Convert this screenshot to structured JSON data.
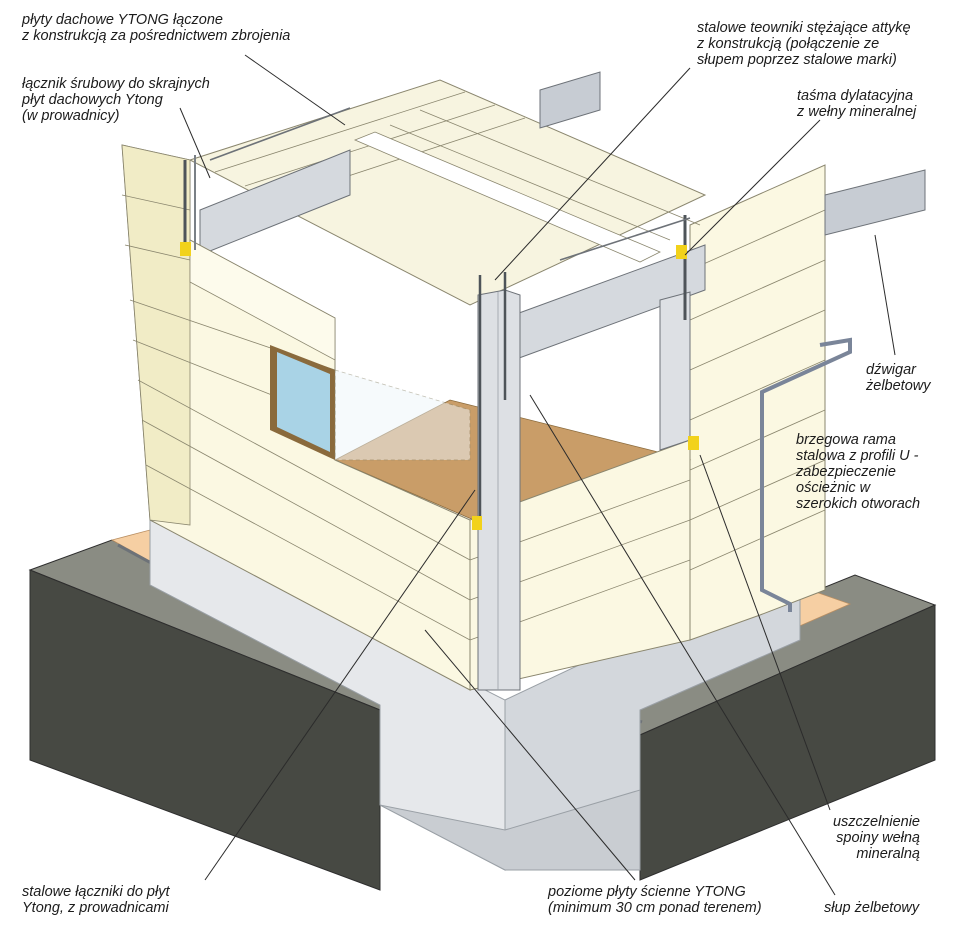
{
  "labels": {
    "roof_slabs": [
      "płyty dachowe YTONG łączone",
      "z konstrukcją za pośrednictwem zbrojenia"
    ],
    "screw_connector": [
      "łącznik śrubowy do skrajnych",
      "płyt dachowych Ytong",
      "(w prowadnicy)"
    ],
    "steel_tees": [
      "stalowe teowniki stężające attykę",
      "z konstrukcją (połączenie ze",
      "słupem poprzez stalowe marki)"
    ],
    "expansion_tape": [
      "taśma dylatacyjna",
      "z wełny mineralnej"
    ],
    "girder": [
      "dźwigar",
      "żelbetowy"
    ],
    "edge_frame": [
      "brzegowa rama",
      "stalowa z profili U -",
      "zabezpieczenie",
      "ościeżnic w",
      "szerokich otworach"
    ],
    "joint_sealing": [
      "uszczelnienie",
      "spoiny wełną",
      "mineralną"
    ],
    "steel_connectors": [
      "stalowe łączniki do płyt",
      "Ytong, z prowadnicami"
    ],
    "wall_panels": [
      "poziome płyty ścienne YTONG",
      "(minimum 30 cm ponad terenem)"
    ],
    "column": [
      "słup żelbetowy"
    ]
  },
  "colors": {
    "panel": "#fbf8e2",
    "panel_shade": "#f1ecc6",
    "panel_edge": "#8a866e",
    "concrete": "#e3e5e8",
    "concrete_dark": "#c9cdd2",
    "ground_top": "#8a8c83",
    "ground_side": "#3f413c",
    "sand": "#f6cfa3",
    "floor": "#c99d68",
    "glass": "#a9d3e6",
    "frame": "#8a6a3c",
    "tape": "#f2d21b",
    "steel": "#c7ccd3",
    "leader": "#2b2b2b"
  }
}
